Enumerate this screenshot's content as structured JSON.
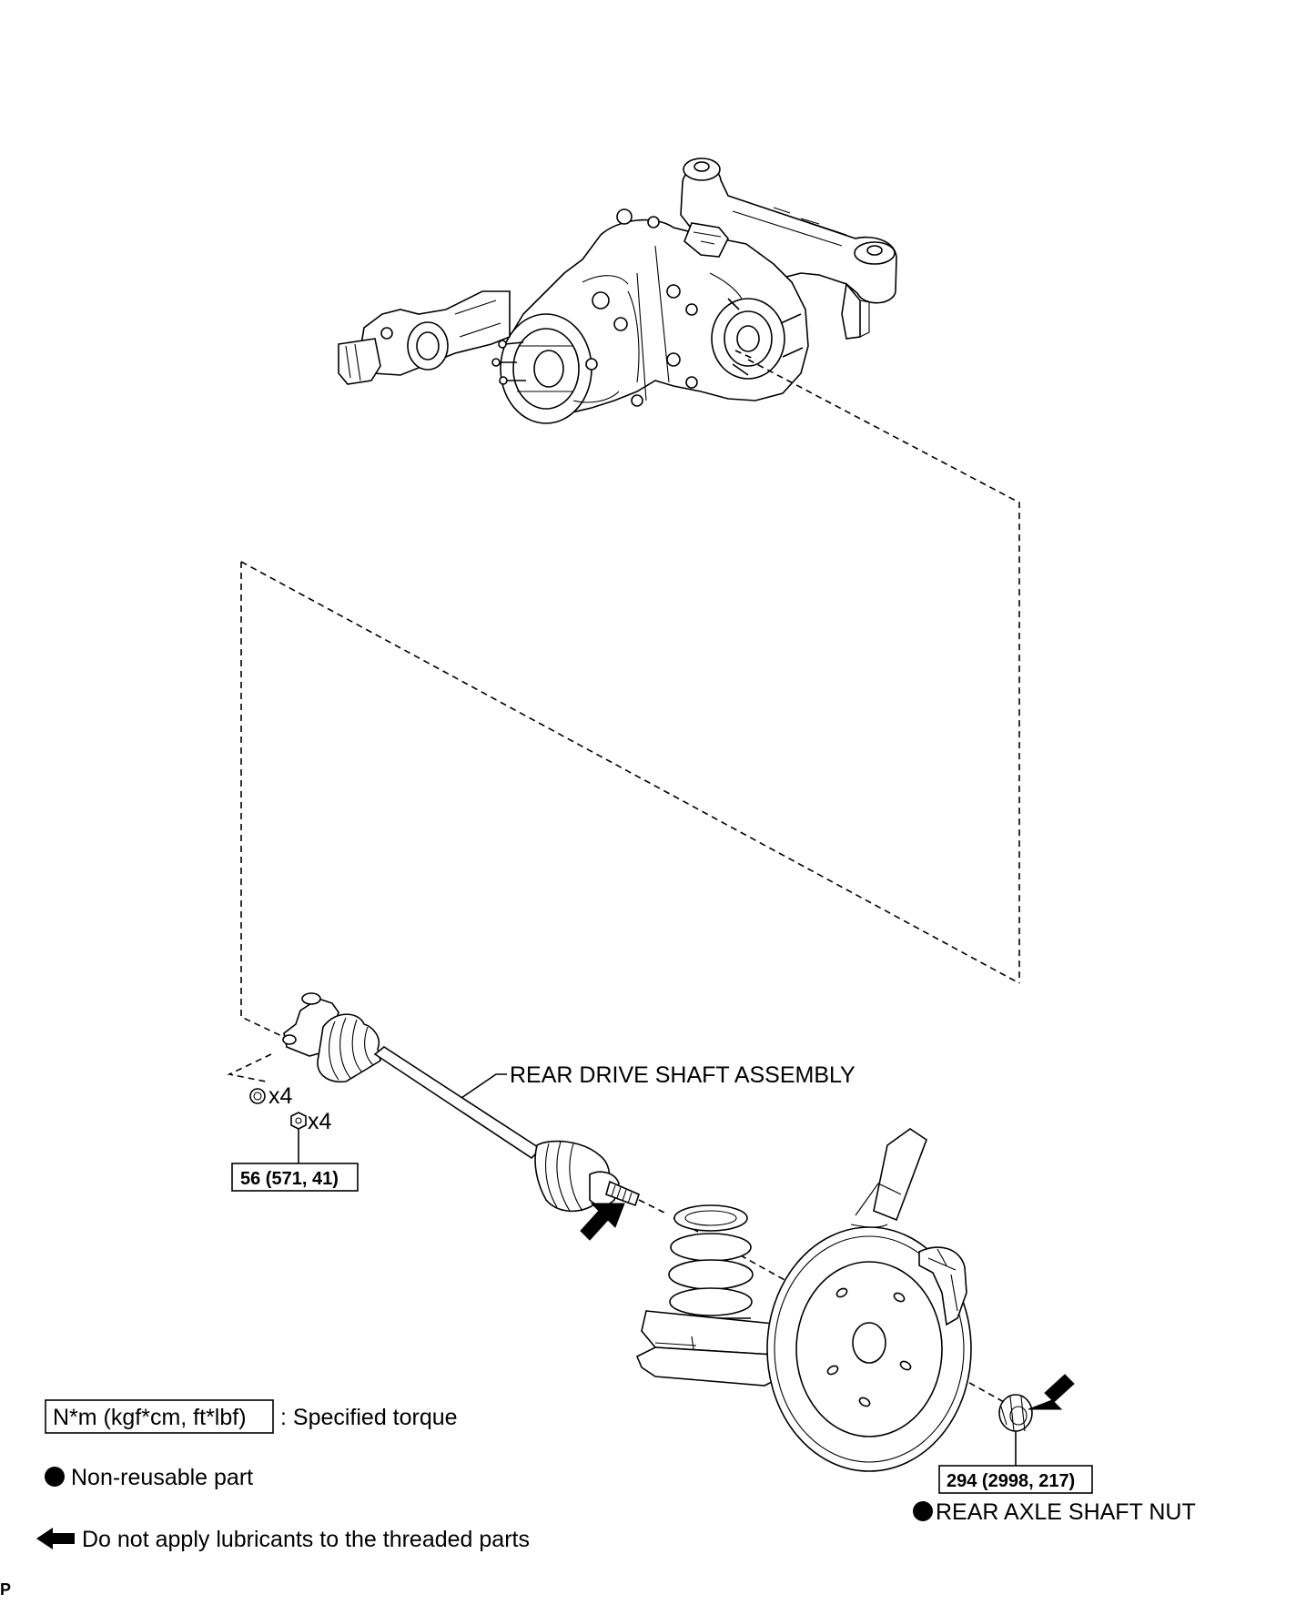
{
  "labels": {
    "rear_drive_shaft": "REAR DRIVE SHAFT ASSEMBLY",
    "qty_washer": "x4",
    "qty_nut": "x4",
    "rear_axle_shaft_nut": "REAR AXLE SHAFT NUT",
    "page_code": "P"
  },
  "torques": {
    "flange_nut": "56 (571, 41)",
    "axle_nut": "294 (2998, 217)"
  },
  "legend": {
    "torque_unit": "N*m (kgf*cm, ft*lbf)",
    "torque_desc": ": Specified torque",
    "non_reusable": "Non-reusable part",
    "no_lubricant": "Do not apply lubricants to the threaded parts"
  },
  "icons": {
    "non_reusable": "filled-circle-icon",
    "no_lubricant": "left-arrow-icon"
  }
}
